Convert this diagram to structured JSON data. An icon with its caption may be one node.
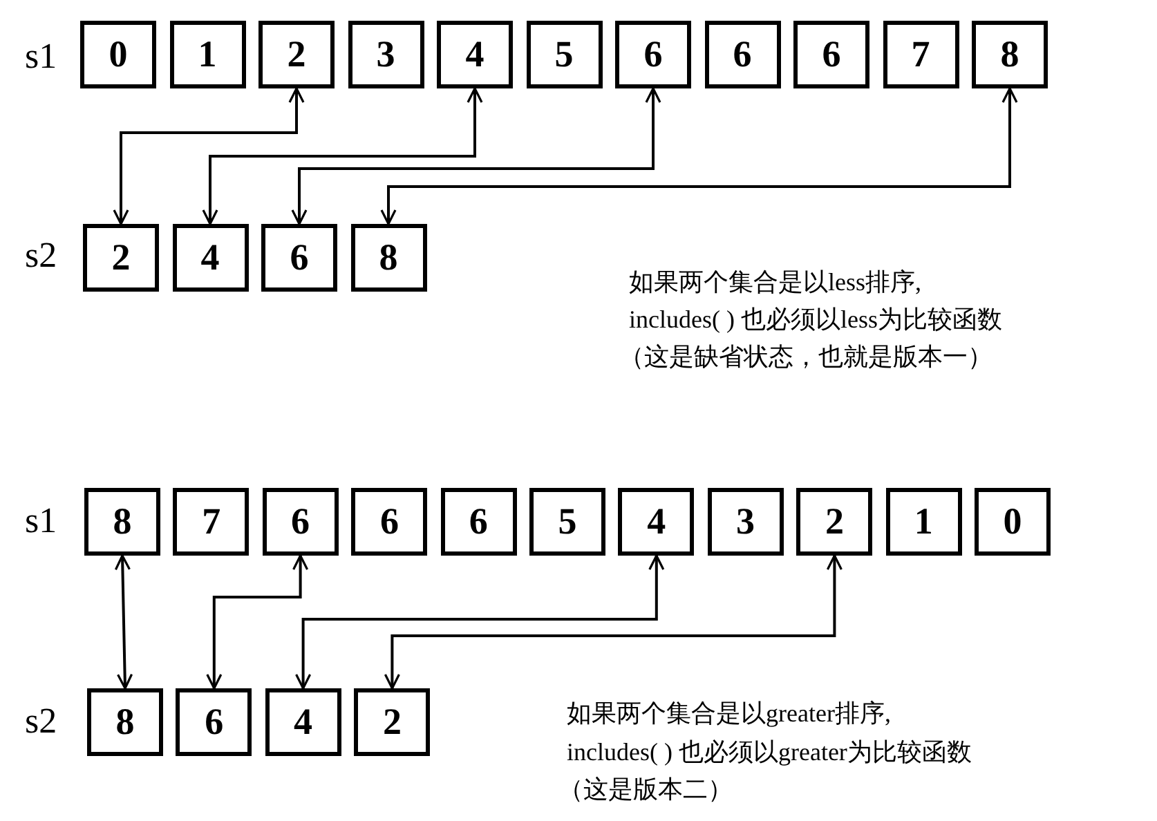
{
  "diagram": {
    "nodes": [
      {
        "text": [
          "0"
        ]
      },
      {
        "text": [
          "1"
        ]
      },
      {
        "text": [
          "2"
        ]
      },
      {
        "text": [
          "3"
        ]
      },
      {
        "text": [
          "4"
        ]
      },
      {
        "text": [
          "5"
        ]
      },
      {
        "text": [
          "6"
        ]
      },
      {
        "text": [
          "6"
        ]
      },
      {
        "text": [
          "6"
        ]
      },
      {
        "text": [
          "7"
        ]
      },
      {
        "text": [
          "8"
        ]
      },
      {
        "text": [
          "2"
        ]
      },
      {
        "text": [
          "4"
        ]
      },
      {
        "text": [
          "6"
        ]
      },
      {
        "text": [
          "8"
        ]
      },
      {
        "text": [
          "8"
        ]
      },
      {
        "text": [
          "7"
        ]
      },
      {
        "text": [
          "6"
        ]
      },
      {
        "text": [
          "6"
        ]
      },
      {
        "text": [
          "6"
        ]
      },
      {
        "text": [
          "5"
        ]
      },
      {
        "text": [
          "4"
        ]
      },
      {
        "text": [
          "3"
        ]
      },
      {
        "text": [
          "2"
        ]
      },
      {
        "text": [
          "1"
        ]
      },
      {
        "text": [
          "0"
        ]
      },
      {
        "text": [
          "8"
        ]
      },
      {
        "text": [
          "6"
        ]
      },
      {
        "text": [
          "4"
        ]
      },
      {
        "text": [
          "2"
        ]
      }
    ],
    "edges": [
      {
        "from": 2,
        "to": 11,
        "arrow": "both"
      },
      {
        "from": 4,
        "to": 12,
        "arrow": "both"
      },
      {
        "from": 6,
        "to": 13,
        "arrow": "both"
      },
      {
        "from": 10,
        "to": 14,
        "arrow": "both"
      },
      {
        "from": 15,
        "to": 26,
        "arrow": "both"
      },
      {
        "from": 17,
        "to": 27,
        "arrow": "both"
      },
      {
        "from": 21,
        "to": 28,
        "arrow": "both"
      },
      {
        "from": 23,
        "to": 29,
        "arrow": "both"
      }
    ],
    "labels": [
      "s1",
      "s2",
      "如果两个集合是以less排序,",
      "includes( ) 也必须以less为比较函数",
      "（这是缺省状态，也就是版本一）",
      "s1",
      "s2",
      "如果两个集合是以greater排序,",
      "includes( ) 也必须以greater为比较函数",
      "（这是版本二）"
    ]
  }
}
